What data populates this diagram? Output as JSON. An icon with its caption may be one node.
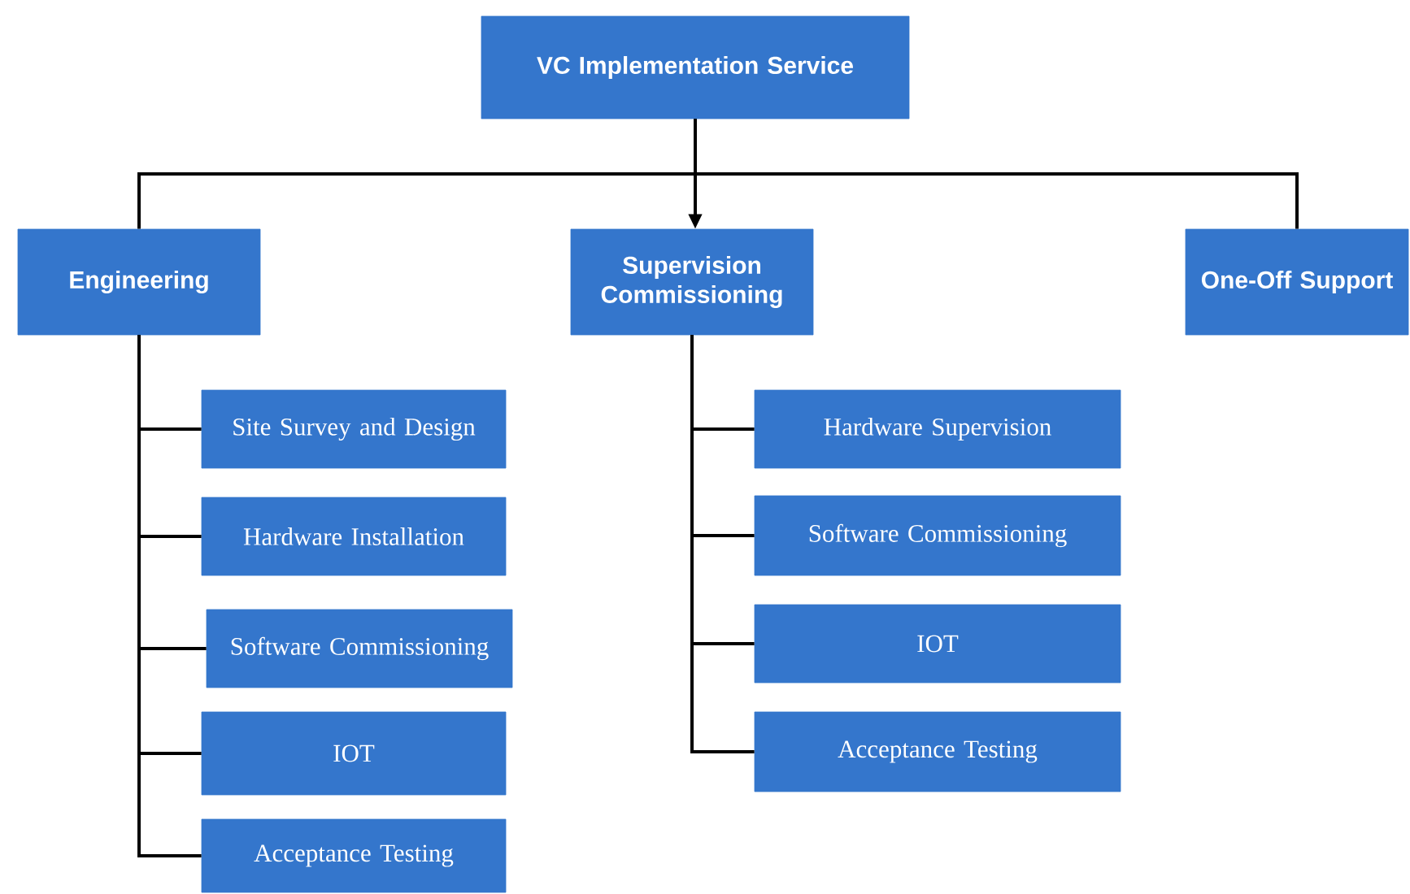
{
  "diagram": {
    "nodes": [
      {
        "text": [
          "VC Implementation Service"
        ]
      },
      {
        "text": [
          "Engineering"
        ]
      },
      {
        "text": [
          "Supervision Commissioning"
        ]
      },
      {
        "text": [
          "One-Off Support"
        ]
      },
      {
        "text": [
          "Site Survey and Design"
        ]
      },
      {
        "text": [
          "Hardware Installation"
        ]
      },
      {
        "text": [
          "Software Commissioning"
        ]
      },
      {
        "text": [
          "IOT"
        ]
      },
      {
        "text": [
          "Acceptance Testing"
        ]
      },
      {
        "text": [
          "Hardware Supervision"
        ]
      },
      {
        "text": [
          "Software Commissioning"
        ]
      },
      {
        "text": [
          "IOT"
        ]
      },
      {
        "text": [
          "Acceptance Testing"
        ]
      }
    ],
    "edges": [
      {
        "from": 0,
        "to": 1,
        "arrow": "none"
      },
      {
        "from": 0,
        "to": 2,
        "arrow": "to"
      },
      {
        "from": 0,
        "to": 3,
        "arrow": "none"
      },
      {
        "from": 1,
        "to": 4,
        "arrow": "none"
      },
      {
        "from": 1,
        "to": 5,
        "arrow": "none"
      },
      {
        "from": 1,
        "to": 6,
        "arrow": "none"
      },
      {
        "from": 1,
        "to": 7,
        "arrow": "none"
      },
      {
        "from": 1,
        "to": 8,
        "arrow": "none"
      },
      {
        "from": 2,
        "to": 9,
        "arrow": "none"
      },
      {
        "from": 2,
        "to": 10,
        "arrow": "none"
      },
      {
        "from": 2,
        "to": 11,
        "arrow": "none"
      },
      {
        "from": 2,
        "to": 12,
        "arrow": "none"
      }
    ]
  }
}
